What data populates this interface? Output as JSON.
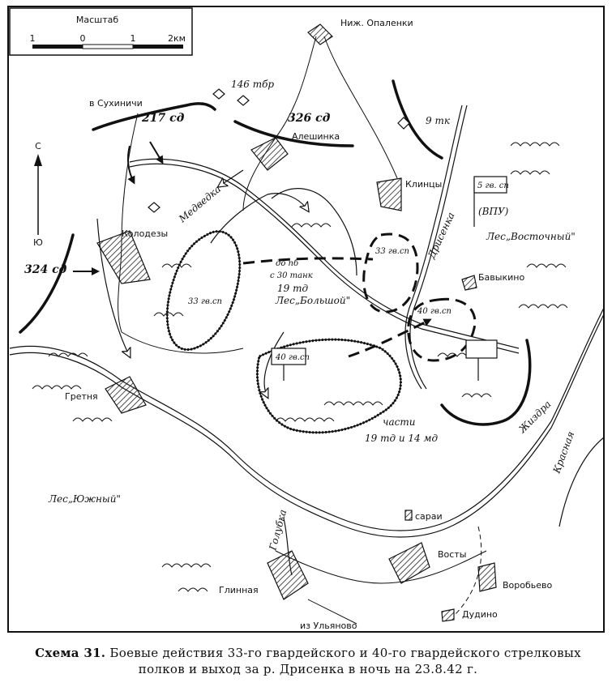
{
  "scale": {
    "title": "Масштаб",
    "ticks": [
      "1",
      "0",
      "1",
      "2км"
    ]
  },
  "compass": {
    "north": "С",
    "south": "Ю"
  },
  "settlements": {
    "nizh_opalenki": "Ниж. Опаленки",
    "aleshinka": "Алешинка",
    "klintsy": "Клинцы",
    "kolodezy": "Колодезы",
    "babykino": "Бавыкино",
    "gretnya": "Гретня",
    "glinnaya": "Глинная",
    "vosty": "Восты",
    "sarai": "сараи",
    "vorobyevo": "Воробьево",
    "dudino": "Дудино"
  },
  "directions": {
    "v_sukhinichi": "в Сухиничи",
    "iz_ulyanovo": "из Ульяново"
  },
  "forests": {
    "vostochny": "Лес„Восточный\"",
    "bolshoi": "Лес„Большой\"",
    "yuzhny": "Лес„Южный\""
  },
  "rivers": {
    "medvedka": "Медведка",
    "drisenka": "Дрисенка",
    "zhizdra": "Жиздра",
    "krasnaya": "Красная",
    "golubka": "Голубка"
  },
  "units": {
    "u146": "146 тбр",
    "u326": "326 сд",
    "u217": "217 сд",
    "u9tk": "9 тк",
    "u5gv": "5 гв. сп",
    "vpu": "(ВПУ)",
    "u324": "324 сд",
    "u33a": "33 гв.сп",
    "u33b": "33 гв.сп",
    "u40a": "40 гв.сп",
    "u40b": "40 гв.сп",
    "pb1": "до пб",
    "pb2": "с 30 танк",
    "u19td": "19 тд",
    "parts1": "части",
    "parts2": "19 тд и 14 мд"
  },
  "caption": {
    "label": "Схема 31.",
    "text": "Боевые действия 33-го гвардейского и 40-го гвардейского стрелковых полков и выход за р. Дрисенка в ночь на 23.8.42 г."
  },
  "colors": {
    "ink": "#111111",
    "paper": "#ffffff",
    "hatch": "#777777"
  }
}
